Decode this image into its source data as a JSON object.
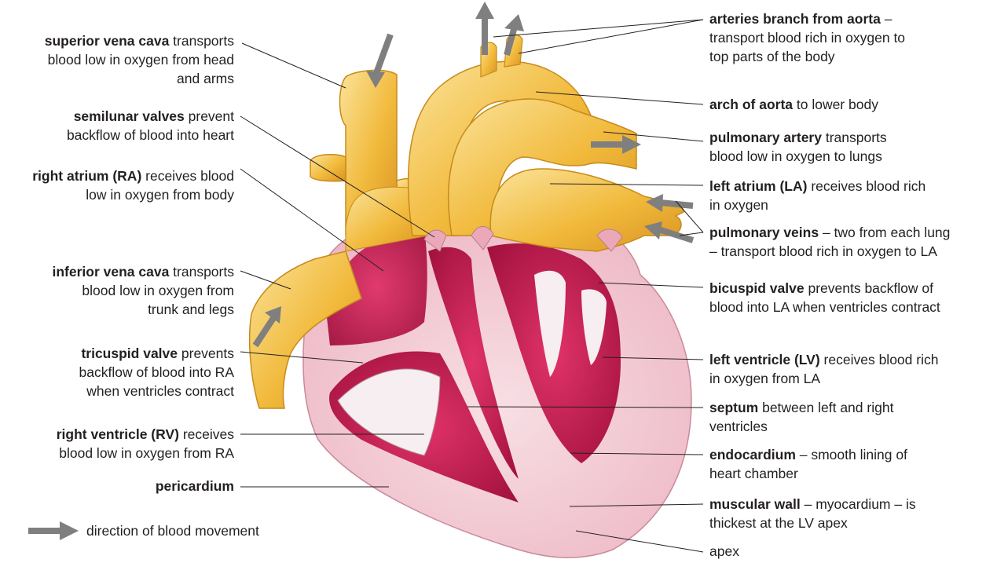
{
  "labels": {
    "svc": {
      "term": "superior vena cava",
      "l1": " transports",
      "l2": "blood low in oxygen from head",
      "l3": "and arms"
    },
    "semilunar": {
      "term": "semilunar valves",
      "l1": " prevent",
      "l2": "backflow of blood into heart"
    },
    "ra": {
      "term": "right atrium (RA)",
      "l1": " receives blood",
      "l2": "low in oxygen from body"
    },
    "ivc": {
      "term": "inferior vena cava",
      "l1": " transports",
      "l2": "blood low in oxygen from",
      "l3": "trunk and legs"
    },
    "tricuspid": {
      "term": "tricuspid valve",
      "l1": " prevents",
      "l2": "backflow of blood into RA",
      "l3": "when ventricles contract"
    },
    "rv": {
      "term": "right ventricle (RV)",
      "l1": " receives",
      "l2": "blood low in oxygen from RA"
    },
    "pericardium": {
      "term": "pericardium"
    },
    "arteries": {
      "term": "arteries branch from aorta",
      "l1": " –",
      "l2": "transport blood rich in oxygen to",
      "l3": "top parts of the body"
    },
    "arch": {
      "term": "arch of aorta",
      "l1": " to lower body"
    },
    "pulm_artery": {
      "term": "pulmonary artery",
      "l1": " transports",
      "l2": "blood low in oxygen to lungs"
    },
    "la": {
      "term": "left atrium (LA)",
      "l1": " receives blood rich",
      "l2": "in oxygen"
    },
    "pulm_veins": {
      "term": "pulmonary veins",
      "l1": " – two from each lung",
      "l2": "– transport blood rich in oxygen to LA"
    },
    "bicuspid": {
      "term": "bicuspid valve",
      "l1": " prevents backflow of",
      "l2": "blood into LA when ventricles contract"
    },
    "lv": {
      "term": "left ventricle (LV)",
      "l1": " receives blood rich",
      "l2": "in oxygen from LA"
    },
    "septum": {
      "term": "septum",
      "l1": " between left and right",
      "l2": "ventricles"
    },
    "endocardium": {
      "term": "endocardium",
      "l1": " – smooth lining of",
      "l2": "heart chamber"
    },
    "muscular": {
      "term": "muscular wall",
      "l1": " – myocardium – is",
      "l2": "thickest at the LV apex"
    },
    "apex": {
      "l1": "apex"
    }
  },
  "legend": {
    "text": "direction of blood movement",
    "icon": "arrow-icon"
  },
  "colors": {
    "vessel_yellow": "#f0b93a",
    "vessel_light": "#f9dc8c",
    "tissue_pink": "#f2c9d2",
    "chamber_magenta": "#c8184e",
    "arrow_grey": "#7f7f7f",
    "leader_line": "#231f20"
  }
}
